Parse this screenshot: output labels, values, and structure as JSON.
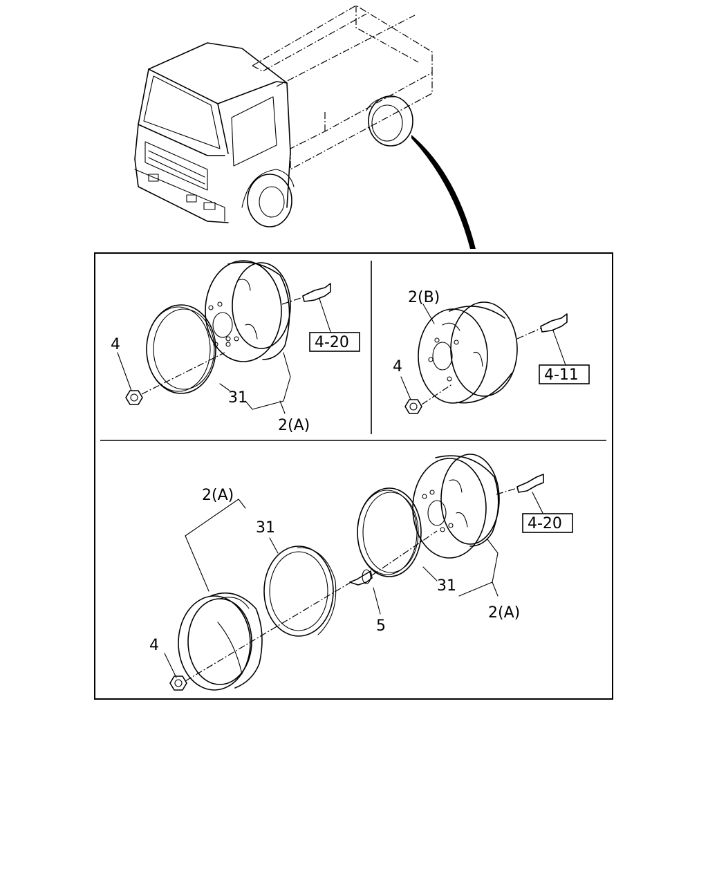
{
  "labels": {
    "p1_nut": "4",
    "p1_ring": "31",
    "p1_wheel": "2(A)",
    "p1_ref": "4-20",
    "p2_wheel": "2(B)",
    "p2_nut": "4",
    "p2_ref": "4-11",
    "p3_wheel_left": "2(A)",
    "p3_ring_left": "31",
    "p3_nut": "4",
    "p3_bolt": "5",
    "p3_ring_right": "31",
    "p3_wheel_right": "2(A)",
    "p3_ref": "4-20"
  }
}
